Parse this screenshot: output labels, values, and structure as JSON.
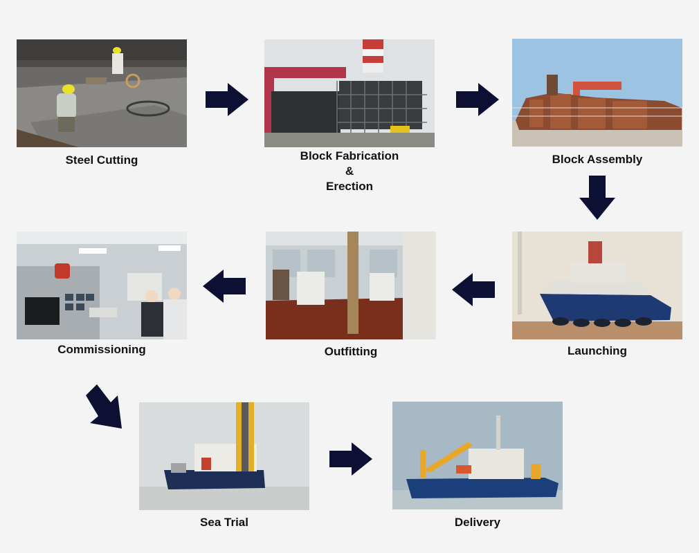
{
  "colors": {
    "arrow": "#0d1033",
    "background": "#f4f4f4"
  },
  "stages": [
    {
      "id": "steel-cutting",
      "label": "Steel Cutting"
    },
    {
      "id": "block-fabrication",
      "label_lines": [
        "Block Fabrication",
        "&",
        "Erection"
      ]
    },
    {
      "id": "block-assembly",
      "label": "Block Assembly"
    },
    {
      "id": "launching",
      "label": "Launching"
    },
    {
      "id": "outfitting",
      "label": "Outfitting"
    },
    {
      "id": "commissioning",
      "label": "Commissioning"
    },
    {
      "id": "sea-trial",
      "label": "Sea Trial"
    },
    {
      "id": "delivery",
      "label": "Delivery"
    }
  ],
  "arrows": [
    {
      "from": "steel-cutting",
      "to": "block-fabrication",
      "direction": "right"
    },
    {
      "from": "block-fabrication",
      "to": "block-assembly",
      "direction": "right"
    },
    {
      "from": "block-assembly",
      "to": "launching",
      "direction": "down"
    },
    {
      "from": "launching",
      "to": "outfitting",
      "direction": "left"
    },
    {
      "from": "outfitting",
      "to": "commissioning",
      "direction": "left"
    },
    {
      "from": "commissioning",
      "to": "sea-trial",
      "direction": "down-right"
    },
    {
      "from": "sea-trial",
      "to": "delivery",
      "direction": "right"
    }
  ]
}
